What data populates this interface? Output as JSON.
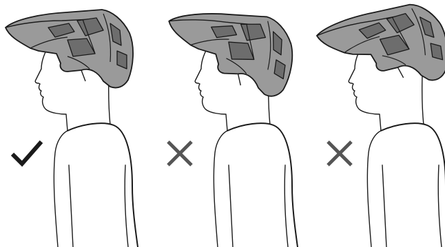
{
  "panels": [
    {
      "verdict": "correct",
      "icon": "checkmark-icon",
      "helmet_tilt_deg": 0
    },
    {
      "verdict": "incorrect",
      "icon": "cross-icon",
      "helmet_tilt_deg": 8
    },
    {
      "verdict": "incorrect",
      "icon": "cross-icon",
      "helmet_tilt_deg": -8
    }
  ],
  "colors": {
    "helmet": "#9a9a9a",
    "helmet_shade": "#6d6d6d",
    "outline": "#1a1a1a",
    "check": "#1a1a1a",
    "cross": "#555555"
  }
}
